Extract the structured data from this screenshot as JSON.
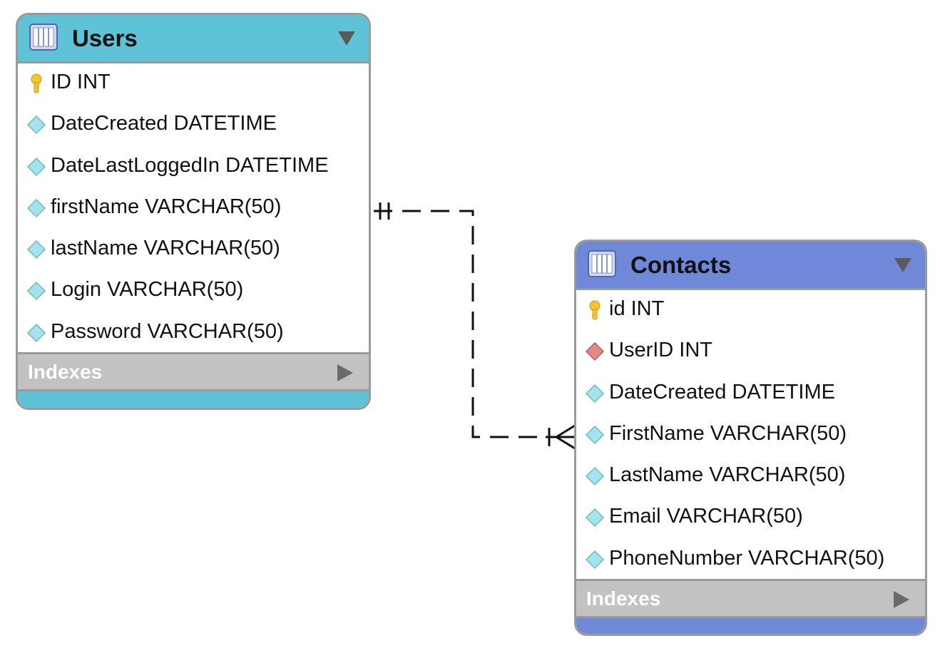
{
  "tables": [
    {
      "title": "Users",
      "header_color": "#5ec3d6",
      "columns": [
        {
          "label": "ID INT",
          "icon": "primary-key-icon"
        },
        {
          "label": "DateCreated DATETIME",
          "icon": "column-diamond-icon"
        },
        {
          "label": "DateLastLoggedIn DATETIME",
          "icon": "column-diamond-icon"
        },
        {
          "label": "firstName VARCHAR(50)",
          "icon": "column-diamond-icon"
        },
        {
          "label": "lastName VARCHAR(50)",
          "icon": "column-diamond-icon"
        },
        {
          "label": "Login VARCHAR(50)",
          "icon": "column-diamond-icon"
        },
        {
          "label": "Password VARCHAR(50)",
          "icon": "column-diamond-icon"
        }
      ],
      "indexes_label": "Indexes"
    },
    {
      "title": "Contacts",
      "header_color": "#6f88d8",
      "columns": [
        {
          "label": "id INT",
          "icon": "primary-key-icon"
        },
        {
          "label": "UserID INT",
          "icon": "foreign-key-diamond-icon"
        },
        {
          "label": "DateCreated DATETIME",
          "icon": "column-diamond-icon"
        },
        {
          "label": "FirstName VARCHAR(50)",
          "icon": "column-diamond-icon"
        },
        {
          "label": "LastName VARCHAR(50)",
          "icon": "column-diamond-icon"
        },
        {
          "label": "Email VARCHAR(50)",
          "icon": "column-diamond-icon"
        },
        {
          "label": "PhoneNumber VARCHAR(50)",
          "icon": "column-diamond-icon"
        }
      ],
      "indexes_label": "Indexes"
    }
  ],
  "relationship": {
    "from": "Users",
    "to": "Contacts",
    "from_cardinality": "one-and-only-one",
    "to_cardinality": "one-or-many",
    "line_style": "dashed"
  }
}
